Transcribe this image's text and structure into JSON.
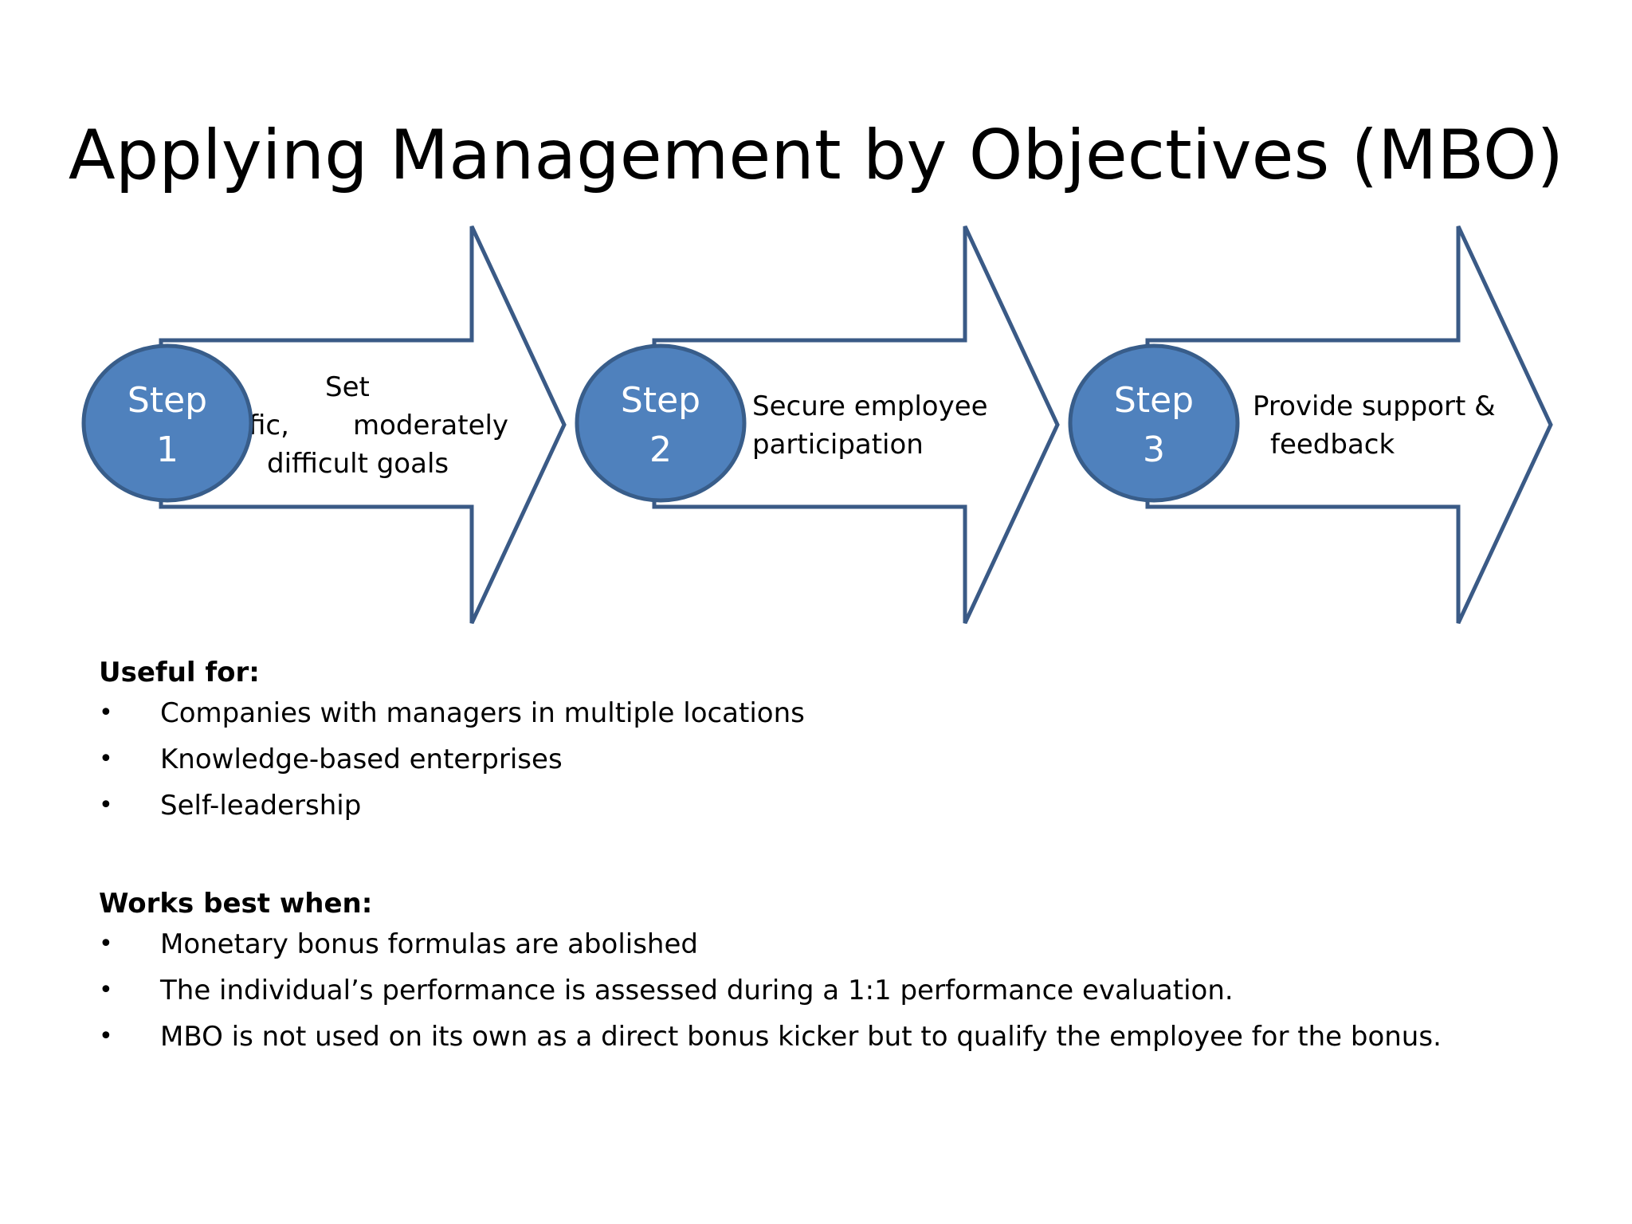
{
  "slide": {
    "title": "Applying Management by Objectives (MBO)"
  },
  "steps": [
    {
      "circle_line1": "Step",
      "circle_line2": "1",
      "text_lines": [
        "Set",
        "fic,",
        "moderately",
        "difficult goals"
      ]
    },
    {
      "circle_line1": "Step",
      "circle_line2": "2",
      "text_lines": [
        "Secure employee",
        "participation"
      ]
    },
    {
      "circle_line1": "Step",
      "circle_line2": "3",
      "text_lines": [
        "Provide support &",
        "feedback"
      ]
    }
  ],
  "useful_for": {
    "heading": "Useful for:",
    "items": [
      "Companies with managers in multiple locations",
      "Knowledge-based enterprises",
      "Self-leadership"
    ]
  },
  "works_best": {
    "heading": "Works best when:",
    "items": [
      "Monetary bonus formulas are abolished",
      "The individual’s performance is assessed during a 1:1 performance evaluation.",
      "MBO is not used on its own as a direct bonus kicker but to qualify the employee for the bonus."
    ]
  },
  "colors": {
    "circle_fill": "#4f81bd",
    "circle_stroke": "#385d8a",
    "arrow_stroke": "#3a5a86",
    "arrow_fill": "#ffffff",
    "circle_text": "#ffffff"
  }
}
